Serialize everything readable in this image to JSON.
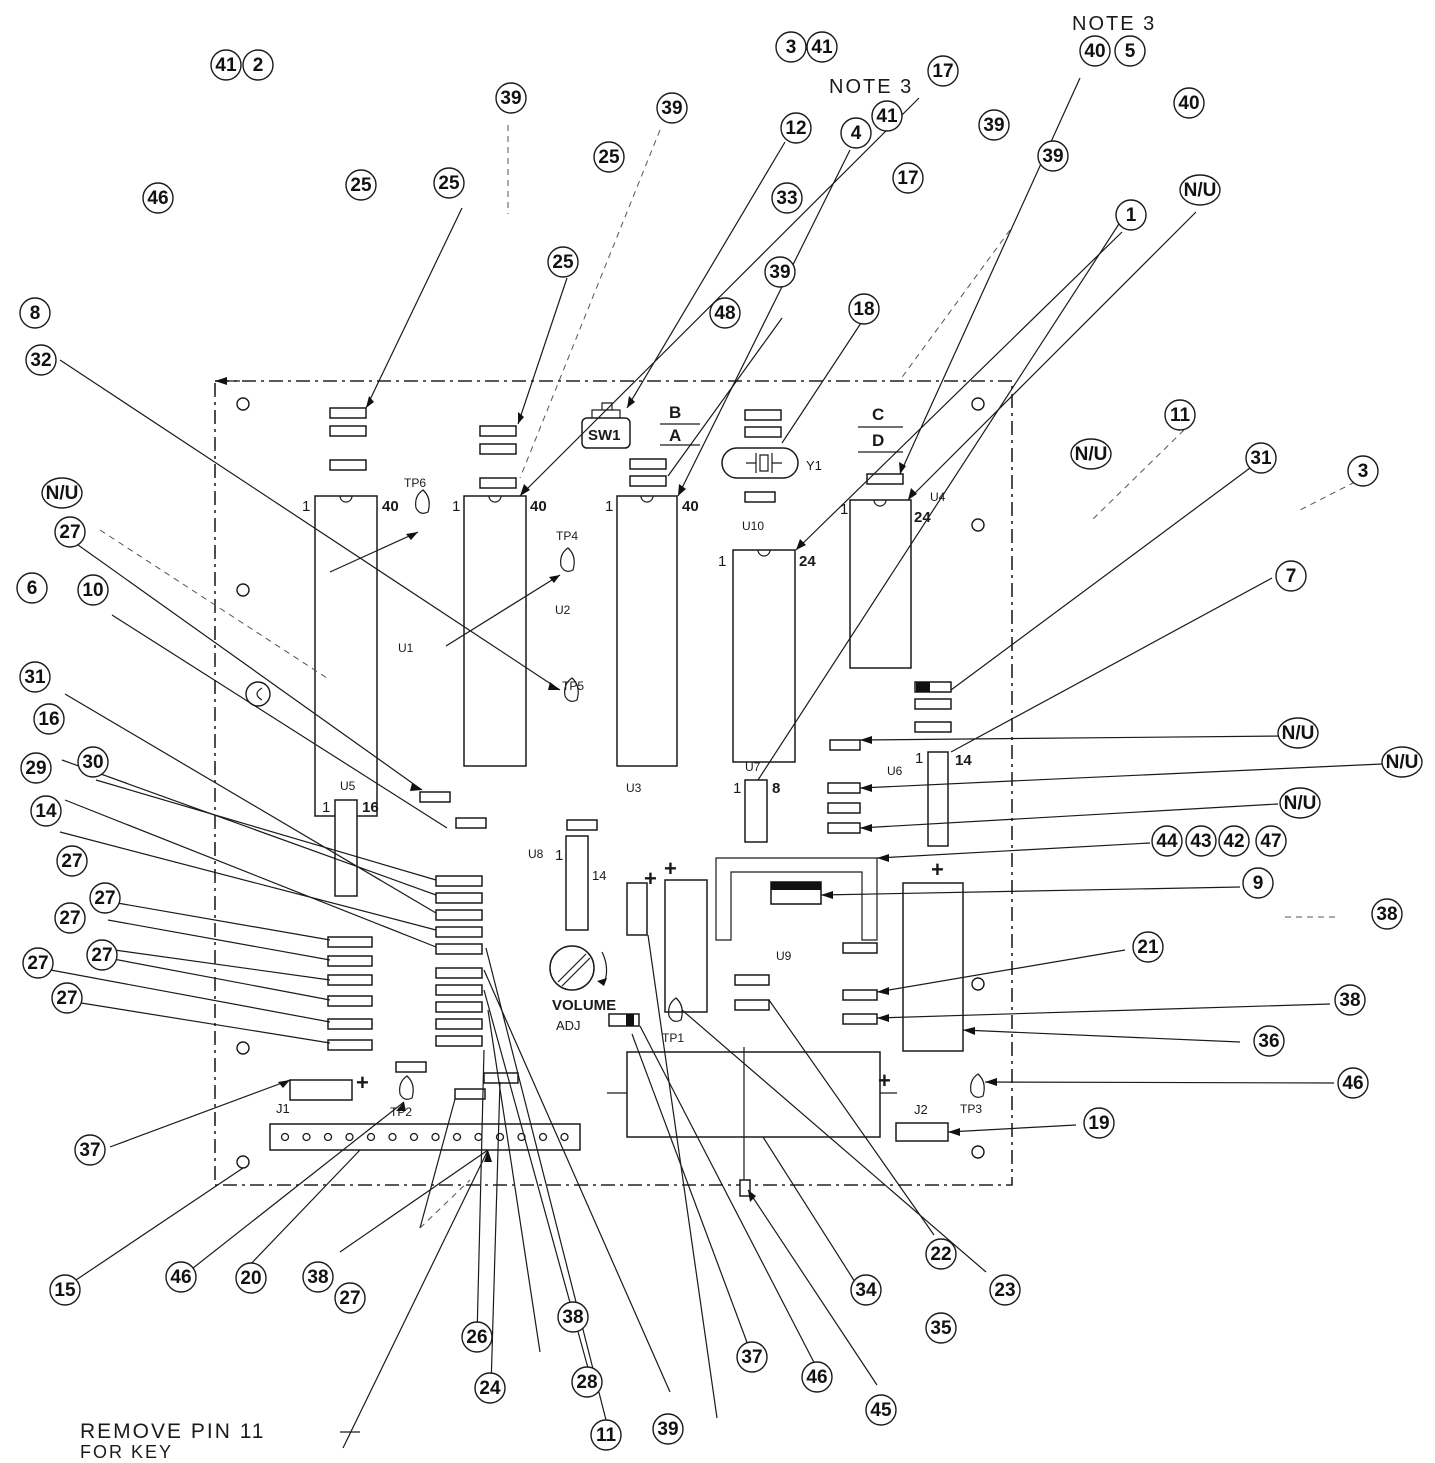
{
  "components": {
    "ic_labels": {
      "u1": "U1",
      "u2": "U2",
      "u3": "U3",
      "u4": "U4",
      "u5": "U5",
      "u6": "U6",
      "u7": "U7",
      "u8": "U8",
      "u9": "U9",
      "u10": "U10"
    },
    "pin_numbers": {
      "u1_pin1": "1",
      "u1_pin40": "40",
      "u2_pin1": "1",
      "u2_pin40": "40",
      "u3_pin1": "1",
      "u3_pin40": "40",
      "u10_pin1": "1",
      "u10_pin24": "24",
      "u4_pin1": "1",
      "u4_pin24": "24",
      "u5_pin1": "1",
      "u5_pin16": "16",
      "u7_pin1": "1",
      "u7_pin8": "8",
      "u8_pin1": "1",
      "u8_pin14": "14",
      "u6_pin1": "1",
      "u6_pin14": "14"
    },
    "test_points": {
      "tp1": "TP1",
      "tp2": "TP2",
      "tp3": "TP3",
      "tp4": "TP4",
      "tp5": "TP5",
      "tp6": "TP6"
    },
    "switch": "SW1",
    "crystal": "Y1",
    "jumpers": {
      "ba_top": "B",
      "ba_bottom": "A",
      "cd_top": "C",
      "cd_bottom": "D"
    },
    "connectors": {
      "j1": "J1",
      "j2": "J2"
    },
    "volume_line1": "VOLUME",
    "volume_line2": "ADJ",
    "plus_sign": "+"
  },
  "notes": {
    "note3_a": "NOTE 3",
    "note3_b": "NOTE 3",
    "remove_pin_line1": "REMOVE PIN 11",
    "remove_pin_line2": "FOR KEY"
  },
  "callouts": [
    {
      "id": "c1",
      "text": "41"
    },
    {
      "id": "c2",
      "text": "2"
    },
    {
      "id": "c3",
      "text": "3"
    },
    {
      "id": "c4",
      "text": "41"
    },
    {
      "id": "c5",
      "text": "40"
    },
    {
      "id": "c6",
      "text": "5"
    },
    {
      "id": "c7",
      "text": "17"
    },
    {
      "id": "c8",
      "text": "41"
    },
    {
      "id": "c9",
      "text": "4"
    },
    {
      "id": "c10",
      "text": "39"
    },
    {
      "id": "c11",
      "text": "39"
    },
    {
      "id": "c12",
      "text": "12"
    },
    {
      "id": "c13",
      "text": "25"
    },
    {
      "id": "c14",
      "text": "46"
    },
    {
      "id": "c15",
      "text": "25"
    },
    {
      "id": "c16",
      "text": "25"
    },
    {
      "id": "c17",
      "text": "33"
    },
    {
      "id": "c18",
      "text": "17"
    },
    {
      "id": "c19",
      "text": "39"
    },
    {
      "id": "c20",
      "text": "39"
    },
    {
      "id": "c21",
      "text": "40"
    },
    {
      "id": "c22",
      "text": "1"
    },
    {
      "id": "c23",
      "text": "N/U"
    },
    {
      "id": "c24",
      "text": "25"
    },
    {
      "id": "c25",
      "text": "39"
    },
    {
      "id": "c26",
      "text": "48"
    },
    {
      "id": "c27",
      "text": "18"
    },
    {
      "id": "c28",
      "text": "8"
    },
    {
      "id": "c29",
      "text": "32"
    },
    {
      "id": "c30",
      "text": "N/U"
    },
    {
      "id": "c31",
      "text": "27"
    },
    {
      "id": "c32",
      "text": "6"
    },
    {
      "id": "c33",
      "text": "10"
    },
    {
      "id": "c34",
      "text": "31"
    },
    {
      "id": "c35",
      "text": "16"
    },
    {
      "id": "c36",
      "text": "29"
    },
    {
      "id": "c37",
      "text": "30"
    },
    {
      "id": "c38",
      "text": "14"
    },
    {
      "id": "c39",
      "text": "27"
    },
    {
      "id": "c40",
      "text": "27"
    },
    {
      "id": "c41",
      "text": "27"
    },
    {
      "id": "c42",
      "text": "27"
    },
    {
      "id": "c43",
      "text": "27"
    },
    {
      "id": "c44",
      "text": "27"
    },
    {
      "id": "c45",
      "text": "11"
    },
    {
      "id": "c46",
      "text": "N/U"
    },
    {
      "id": "c47",
      "text": "31"
    },
    {
      "id": "c48",
      "text": "3"
    },
    {
      "id": "c49",
      "text": "7"
    },
    {
      "id": "c50",
      "text": "N/U"
    },
    {
      "id": "c51",
      "text": "N/U"
    },
    {
      "id": "c52",
      "text": "N/U"
    },
    {
      "id": "c53",
      "text": "44"
    },
    {
      "id": "c54",
      "text": "43"
    },
    {
      "id": "c55",
      "text": "42"
    },
    {
      "id": "c56",
      "text": "47"
    },
    {
      "id": "c57",
      "text": "9"
    },
    {
      "id": "c58",
      "text": "38"
    },
    {
      "id": "c59",
      "text": "21"
    },
    {
      "id": "c60",
      "text": "38"
    },
    {
      "id": "c61",
      "text": "36"
    },
    {
      "id": "c62",
      "text": "46"
    },
    {
      "id": "c63",
      "text": "19"
    },
    {
      "id": "c64",
      "text": "37"
    },
    {
      "id": "c65",
      "text": "15"
    },
    {
      "id": "c66",
      "text": "46"
    },
    {
      "id": "c67",
      "text": "20"
    },
    {
      "id": "c68",
      "text": "38"
    },
    {
      "id": "c69",
      "text": "27"
    },
    {
      "id": "c70",
      "text": "26"
    },
    {
      "id": "c71",
      "text": "24"
    },
    {
      "id": "c72",
      "text": "38"
    },
    {
      "id": "c73",
      "text": "28"
    },
    {
      "id": "c74",
      "text": "11"
    },
    {
      "id": "c75",
      "text": "39"
    },
    {
      "id": "c76",
      "text": "37"
    },
    {
      "id": "c77",
      "text": "46"
    },
    {
      "id": "c78",
      "text": "45"
    },
    {
      "id": "c79",
      "text": "34"
    },
    {
      "id": "c80",
      "text": "22"
    },
    {
      "id": "c81",
      "text": "23"
    },
    {
      "id": "c82",
      "text": "35"
    }
  ]
}
